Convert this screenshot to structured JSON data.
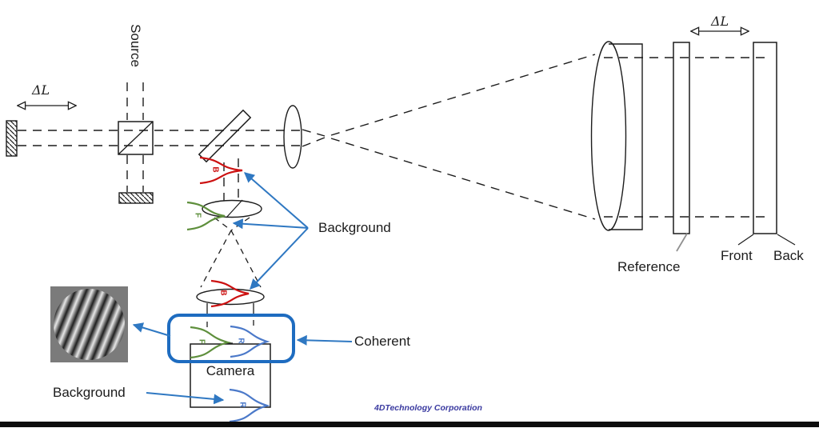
{
  "labels": {
    "source": "Source",
    "delta_l_left": "ΔL",
    "delta_l_right": "ΔL",
    "background_mid": "Background",
    "background_bottom": "Background",
    "coherent": "Coherent",
    "camera": "Camera",
    "reference": "Reference",
    "front": "Front",
    "back": "Back",
    "footer": "4DTechnology Corporation"
  },
  "pulses": {
    "b_top": "B",
    "f_mid": "F",
    "b_bottom": "B",
    "f_box": "F",
    "r_box": "R",
    "r_bottom": "R"
  },
  "colors": {
    "line_black": "#1c1c1c",
    "arrow_blue": "#2f78c2",
    "coherent_box_blue": "#1e6cc0",
    "pulse_red": "#cc1111",
    "pulse_green": "#5e8f3c",
    "pulse_blue": "#4b79c9",
    "footer_blue": "#3a3aa0",
    "pointer_gray": "#909090",
    "fringe_bg_gray": "#7b7b7b"
  }
}
